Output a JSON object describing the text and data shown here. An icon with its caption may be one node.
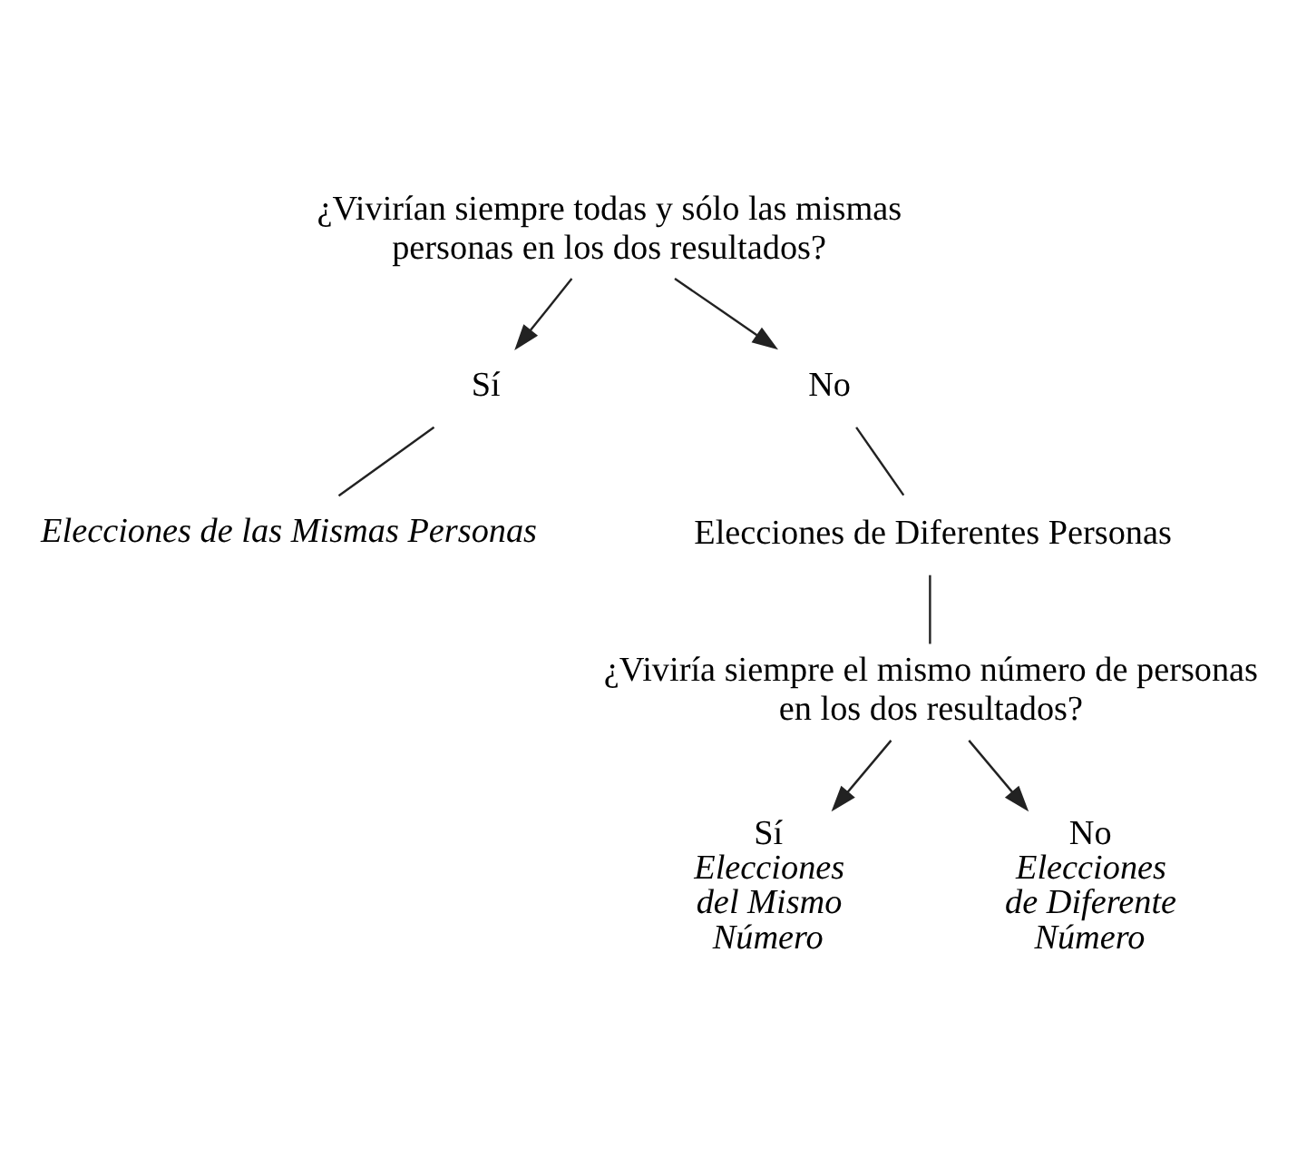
{
  "diagram": {
    "nodes": [
      {
        "text": [
          "¿Vivirían siempre todas y sólo las mismas personas en los dos resultados?"
        ]
      },
      {
        "text": [
          "Sí"
        ]
      },
      {
        "text": [
          "No"
        ]
      },
      {
        "text": [
          "Elecciones de las Mismas Personas"
        ]
      },
      {
        "text": [
          "Elecciones de Diferentes Personas"
        ]
      },
      {
        "text": [
          "¿Viviría siempre el mismo número de personas en los dos resultados?"
        ]
      },
      {
        "text": [
          "Sí",
          "Elecciones del Mismo Número"
        ]
      },
      {
        "text": [
          "No",
          "Elecciones de Diferente Número"
        ]
      }
    ],
    "edges": [
      {
        "from": 0,
        "to": 1,
        "arrow": "to"
      },
      {
        "from": 0,
        "to": 2,
        "arrow": "to"
      },
      {
        "from": 1,
        "to": 3,
        "arrow": "none"
      },
      {
        "from": 2,
        "to": 4,
        "arrow": "none"
      },
      {
        "from": 4,
        "to": 5,
        "arrow": "none"
      },
      {
        "from": 5,
        "to": 6,
        "arrow": "to"
      },
      {
        "from": 5,
        "to": 7,
        "arrow": "to"
      }
    ]
  }
}
